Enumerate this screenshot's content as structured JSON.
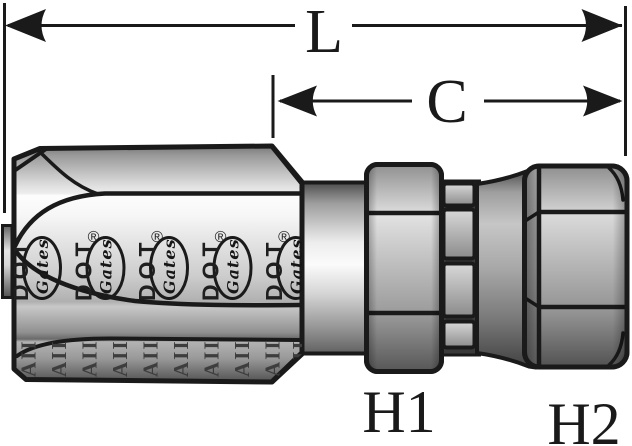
{
  "dimension_labels": {
    "overall_length": "L",
    "cutoff_length": "C",
    "hex_1": "H1",
    "hex_2": "H2"
  },
  "ferrule_markings": {
    "brand": "Gates",
    "dot_text": "DOT",
    "registered_mark": "®",
    "layline_text": "AII"
  },
  "colors": {
    "ink": "#1a1a1a",
    "background": "#ffffff",
    "metal_highlight": "#fdfdfd",
    "metal_shadow": "#4a4a4a"
  }
}
